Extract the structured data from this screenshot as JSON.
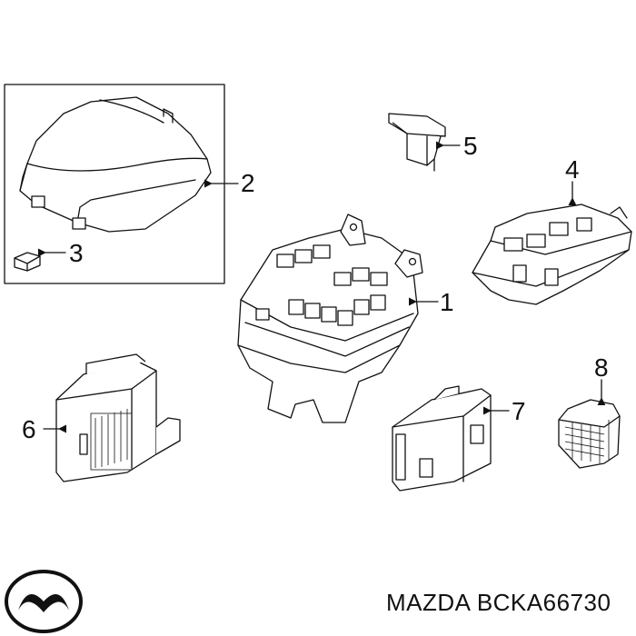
{
  "callouts": [
    "1",
    "2",
    "3",
    "4",
    "5",
    "6",
    "7",
    "8"
  ],
  "footer": {
    "brand": "MAZDA",
    "part_number": "BCKA66730"
  },
  "logo": {
    "icon": "mazda-logo-icon"
  }
}
